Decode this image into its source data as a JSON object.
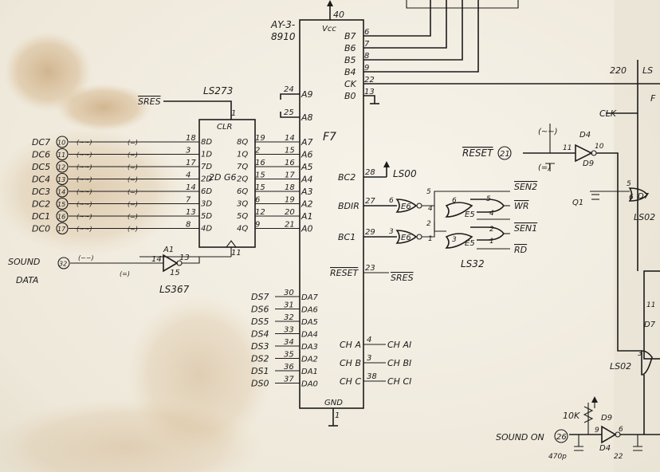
{
  "chip": {
    "name_line1": "AY-3-",
    "name_line2": "8910",
    "vcc_pin": "40",
    "vcc_label": "Vcc",
    "gnd_label": "GND",
    "gnd_pin": "1",
    "center_label": "F7",
    "right_pins": [
      {
        "label": "B7",
        "num": "6"
      },
      {
        "label": "B6",
        "num": "7"
      },
      {
        "label": "B5",
        "num": "8"
      },
      {
        "label": "B4",
        "num": "9"
      },
      {
        "label": "CK",
        "num": "22"
      },
      {
        "label": "B0",
        "num": "13"
      }
    ],
    "left_pins": [
      {
        "label": "A9",
        "num": "24"
      },
      {
        "label": "A8",
        "num": "25"
      },
      {
        "label": "A7",
        "num": "14"
      },
      {
        "label": "A6",
        "num": "15"
      },
      {
        "label": "A5",
        "num": "16"
      },
      {
        "label": "A4",
        "num": "17"
      },
      {
        "label": "A3",
        "num": "18"
      },
      {
        "label": "A2",
        "num": "19"
      },
      {
        "label": "A1",
        "num": "20"
      },
      {
        "label": "A0",
        "num": "21"
      }
    ],
    "bus_pins": [
      {
        "label": "BC2",
        "num": "28"
      },
      {
        "label": "BDIR",
        "num": "27"
      },
      {
        "label": "BC1",
        "num": "29"
      },
      {
        "label": "RESET",
        "num": "23"
      }
    ],
    "da_pins": [
      {
        "net": "DS7",
        "num": "30",
        "label": "DA7"
      },
      {
        "net": "DS6",
        "num": "31",
        "label": "DA6"
      },
      {
        "net": "DS5",
        "num": "32",
        "label": "DA5"
      },
      {
        "net": "DS4",
        "num": "33",
        "label": "DA4"
      },
      {
        "net": "DS3",
        "num": "34",
        "label": "DA3"
      },
      {
        "net": "DS2",
        "num": "35",
        "label": "DA2"
      },
      {
        "net": "DS1",
        "num": "36",
        "label": "DA1"
      },
      {
        "net": "DS0",
        "num": "37",
        "label": "DA0"
      }
    ],
    "channels": [
      {
        "label": "CH A",
        "num": "4",
        "net": "CH AI"
      },
      {
        "label": "CH B",
        "num": "3",
        "net": "CH BI"
      },
      {
        "label": "CH C",
        "num": "38",
        "net": "CH CI"
      }
    ],
    "sres_net": "SRES"
  },
  "latch": {
    "name": "LS273",
    "clr_label": "CLR",
    "clr_pin": "1",
    "sres_label": "SRES",
    "inner_label": "2D G6",
    "clk_pin": "11",
    "rows": [
      {
        "dc": "DC7",
        "conn": "10",
        "din": "18",
        "dlabel": "8D",
        "qlabel": "8Q",
        "qpin": "19",
        "apin": "14"
      },
      {
        "dc": "DC6",
        "conn": "11",
        "din": "3",
        "dlabel": "1D",
        "qlabel": "1Q",
        "qpin": "2",
        "apin": "15"
      },
      {
        "dc": "DC5",
        "conn": "12",
        "din": "17",
        "dlabel": "7D",
        "qlabel": "7Q",
        "qpin": "16",
        "apin": "16"
      },
      {
        "dc": "DC4",
        "conn": "13",
        "din": "4",
        "dlabel": "2D",
        "qlabel": "2Q",
        "qpin": "15",
        "apin": "17"
      },
      {
        "dc": "DC3",
        "conn": "14",
        "din": "14",
        "dlabel": "6D",
        "qlabel": "6Q",
        "qpin": "15",
        "apin": "18"
      },
      {
        "dc": "DC2",
        "conn": "15",
        "din": "7",
        "dlabel": "3D",
        "qlabel": "3Q",
        "qpin": "6",
        "apin": "19"
      },
      {
        "dc": "DC1",
        "conn": "16",
        "din": "13",
        "dlabel": "5D",
        "qlabel": "5Q",
        "qpin": "12",
        "apin": "20"
      },
      {
        "dc": "DC0",
        "conn": "17",
        "din": "8",
        "dlabel": "4D",
        "qlabel": "4Q",
        "qpin": "9",
        "apin": "21"
      }
    ]
  },
  "sound_data": {
    "label1": "SOUND",
    "label2": "DATA",
    "conn": "32",
    "gate": "A1",
    "pin_in": "14",
    "pin_out": "13",
    "pin_en": "15",
    "chip": "LS367"
  },
  "logic": {
    "ls00": "LS00",
    "ls32": "LS32",
    "e6": "E6",
    "e5": "E5",
    "pins": [
      "6",
      "5",
      "4",
      "3",
      "2",
      "1",
      "6",
      "5",
      "4",
      "3",
      "2",
      "1"
    ],
    "sen2": "SEN2",
    "wr": "WR",
    "sen1": "SEN1",
    "rd": "RD"
  },
  "right_side": {
    "reset_label": "RESET",
    "reset_conn": "21",
    "d4_1": "D4",
    "d9_1": "D9",
    "pin_11": "11",
    "pin_10": "10",
    "r220": "220",
    "ls_partial": "LS",
    "f_partial": "F",
    "clk": "CLK",
    "d7_1": "D7",
    "pin_5": "5",
    "pin_6": "6",
    "ls02_1": "LS02",
    "q1": "Q1",
    "d7_2": "D7",
    "pin_11b": "11",
    "pin_3": "3",
    "ls02_2": "LS02",
    "r10k": "10K",
    "d9_2": "D9",
    "pin_9": "9",
    "pin_6b": "6",
    "d4_2": "D4",
    "sound_on": "SOUND ON",
    "sound_on_conn": "26",
    "cap1": "470p",
    "cap2": "22",
    "res_glyph": "(~~)",
    "cap_glyph": "(=)"
  }
}
